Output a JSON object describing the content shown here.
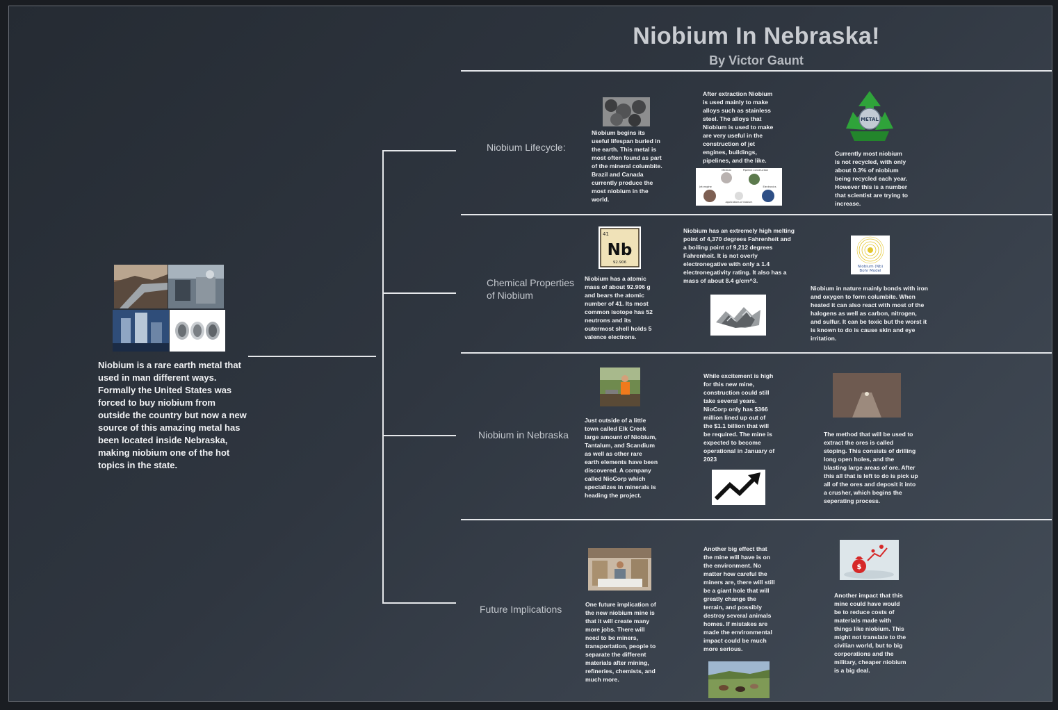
{
  "header": {
    "title": "Niobium In Nebraska!",
    "subtitle": "By Victor Gaunt"
  },
  "intro": {
    "text": "Niobium is a rare earth metal that used in man different ways. Formally the United States was forced to buy niobium from outside the country but now a new source of this amazing metal has been located inside Nebraska, making niobium one of the hot topics in the state."
  },
  "branches": [
    {
      "label": "Niobium Lifecycle:",
      "notes": [
        "Niobium begins its useful lifespan buried in the earth. This metal is most often found as part of the mineral columbite. Brazil and Canada currently produce the most niobium in the world.",
        "After extraction Niobium is used mainly to make alloys such as stainless steel. The alloys that Niobium is used to make are very useful in the construction of jet engines, buildings, pipelines, and the like.",
        "Currently most niobium is not recycled, with only about 0.3% of niobium being recycled each year. However this is a number that scientist are trying to increase."
      ]
    },
    {
      "label": "Chemical Properties of Niobium",
      "notes": [
        "Niobium has a atomic mass of about 92.906 g and bears the atomic number of 41. Its most common isotope has 52 neutrons and its outermost shell holds 5 valence electrons.",
        "Niobium has an extremely high melting point of 4,370 degrees Fahrenheit and a boiling point of 9,212 degrees Fahrenheit. It is not overly electronegative with only a 1.4 electronegativity rating. It also has a mass of about 8.4 g/cm^3.",
        "Niobium in nature mainly bonds with iron and oxygen to form columbite. When heated it can also react with most of the halogens as well as carbon, nitrogen, and sulfur. It can be toxic but the worst it is known to do is cause skin and eye irritation."
      ]
    },
    {
      "label": "Niobium in Nebraska",
      "notes": [
        "Just outside of a little town called Elk Creek large amount of Niobium, Tantalum, and Scandium as well as other rare earth elements have been discovered. A company called NioCorp which specializes in minerals is heading the project.",
        "While excitement is high for this new mine, construction could still take several years. NioCorp only has $366 million lined up out of the $1.1 billion that will be required. The mine is expected to become operational in January of 2023",
        "The method that will be used to extract the ores is called stoping. This consists of drilling long open holes, and the blasting large areas of ore. After this all that is left to do is pick up all of the ores and deposit it into a crusher, which begins the seperating process."
      ]
    },
    {
      "label": "Future Implications",
      "notes": [
        "One future implication of the new niobium mine is that it will create many more jobs. There will need to be miners, transportation, people to separate the different materials after mining, refineries, chemists, and much more.",
        "Another big effect that the mine will have is on the environment. No matter how careful the miners are, there will still be a giant hole that will greatly change the terrain, and possibly destroy several animals homes. If mistakes are made the environmental impact could be much more serious.",
        "Another impact that this mine could have would be to reduce costs of materials made with things like niobium. This might not translate to the civilian world, but to big corporations and the military, cheaper niobium is a big deal."
      ]
    }
  ],
  "images": {
    "element_tile": {
      "number": "41",
      "symbol": "Nb",
      "mass": "92.906"
    },
    "recycle_badge": "METAL",
    "bohr_model": {
      "line1": "Niobium (Nb)",
      "line2": "Bohr Model"
    },
    "applications_diagram": {
      "labels": [
        "Medical",
        "Pipeline construction",
        "Jet engine",
        "Applications of niobium",
        "Electronics"
      ]
    }
  },
  "colors": {
    "line": "#e6e8eb",
    "text": "#f3f4f6",
    "label": "#c4c8ce"
  }
}
